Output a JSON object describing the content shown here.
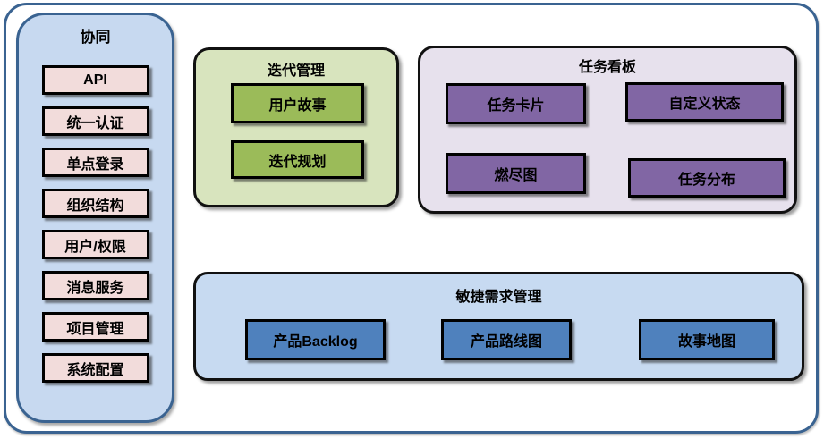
{
  "colors": {
    "frame_border": "#3A6391",
    "sidebar_fill": "#C7D9F0",
    "sidebar_chip_fill": "#F2DCDB",
    "iteration_panel_fill": "#D8E4BE",
    "iteration_chip_fill": "#9BBB59",
    "taskboard_panel_fill": "#E7E1ED",
    "taskboard_chip_fill": "#8166A4",
    "agile_panel_fill": "#C7DAF1",
    "agile_chip_fill": "#4F81BD",
    "chip_border": "#000000"
  },
  "sidebar": {
    "title": "协同",
    "items": [
      "API",
      "统一认证",
      "单点登录",
      "组织结构",
      "用户/权限",
      "消息服务",
      "项目管理",
      "系统配置"
    ]
  },
  "panels": {
    "iteration": {
      "title": "迭代管理",
      "items": [
        "用户故事",
        "迭代规划"
      ]
    },
    "taskboard": {
      "title": "任务看板",
      "items": [
        "任务卡片",
        "自定义状态",
        "燃尽图",
        "任务分布"
      ]
    },
    "agile": {
      "title": "敏捷需求管理",
      "items": [
        "产品Backlog",
        "产品路线图",
        "故事地图"
      ]
    }
  }
}
